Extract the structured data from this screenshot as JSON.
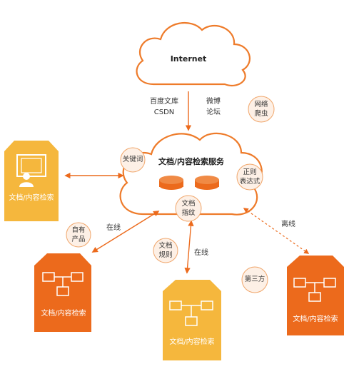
{
  "internet_label": "Internet",
  "sources": {
    "line1": "百度文库",
    "line2": "CSDN",
    "weibo_line1": "微博",
    "weibo_line2": "论坛",
    "crawler_line1": "网络",
    "crawler_line2": "爬虫"
  },
  "service": {
    "title": "文档/内容检索服务",
    "keyword": "关键词",
    "regex_line1": "正则",
    "regex_line2": "表达式",
    "fingerprint_line1": "文档",
    "fingerprint_line2": "指纹"
  },
  "nodes": {
    "top_left": "文档/内容检索",
    "left_product": "文档/内容检索",
    "bottom": "文档/内容检索",
    "right": "文档/内容检索"
  },
  "edges": {
    "online_left": "在线",
    "online_bottom": "在线",
    "offline_right": "离线"
  },
  "tags": {
    "own_product_line1": "自有",
    "own_product_line2": "产品",
    "doc_rules_line1": "文档",
    "doc_rules_line2": "规则",
    "third_party": "第三方"
  },
  "colors": {
    "orange": "#ee7b2a",
    "dark_orange": "#ec6a1c",
    "yellow": "#f5b73d",
    "bubble_fill": "#fdf0e6",
    "bubble_border": "#f0a66b",
    "cloud_stroke": "#ee7b2a"
  }
}
